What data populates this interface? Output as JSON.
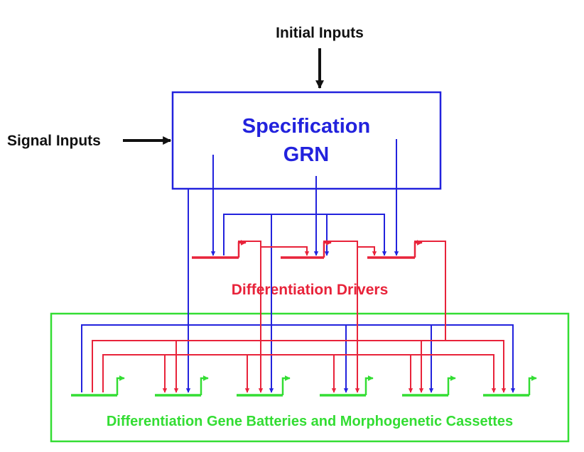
{
  "labels": {
    "initial_inputs": "Initial Inputs",
    "signal_inputs": "Signal Inputs",
    "spec_line1": "Specification",
    "spec_line2": "GRN",
    "drivers": "Differentiation Drivers",
    "batteries": "Differentiation Gene Batteries and Morphogenetic Cassettes"
  },
  "colors": {
    "blue": "#2222dd",
    "red": "#e8233a",
    "green": "#33dd33",
    "black": "#111111"
  }
}
